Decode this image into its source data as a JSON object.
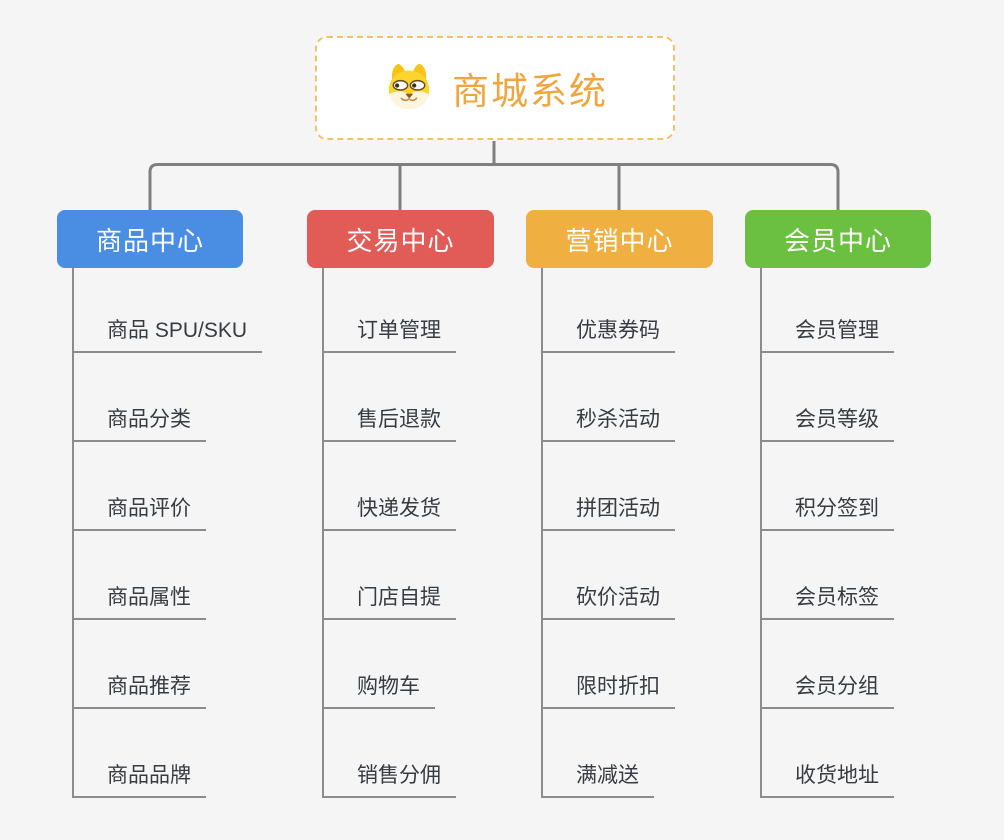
{
  "root": {
    "title": "商城系统",
    "icon": "dog-face-icon"
  },
  "branches": [
    {
      "label": "商品中心",
      "color": "#4a8ee4",
      "children": [
        "商品 SPU/SKU",
        "商品分类",
        "商品评价",
        "商品属性",
        "商品推荐",
        "商品品牌"
      ]
    },
    {
      "label": "交易中心",
      "color": "#e15b57",
      "children": [
        "订单管理",
        "售后退款",
        "快递发货",
        "门店自提",
        "购物车",
        "销售分佣"
      ]
    },
    {
      "label": "营销中心",
      "color": "#efb041",
      "children": [
        "优惠券码",
        "秒杀活动",
        "拼团活动",
        "砍价活动",
        "限时折扣",
        "满减送"
      ]
    },
    {
      "label": "会员中心",
      "color": "#6cc041",
      "children": [
        "会员管理",
        "会员等级",
        "积分签到",
        "会员标签",
        "会员分组",
        "收货地址"
      ]
    }
  ],
  "colors": {
    "background": "#f5f5f5",
    "root_border": "#f3c167",
    "root_text": "#f0a63e",
    "connector": "#7f7f7f",
    "topic_line": "#8c8c8c",
    "topic_text": "#363c42"
  }
}
